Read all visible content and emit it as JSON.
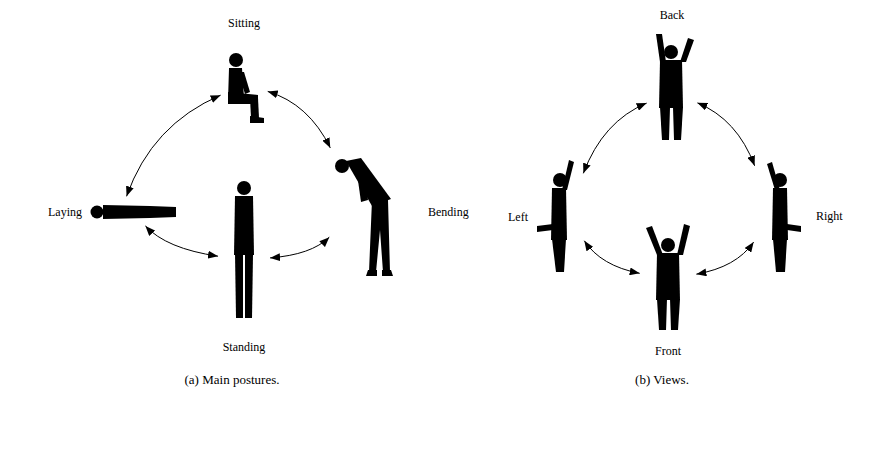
{
  "diagram": {
    "nodes": [
      {
        "text": [
          "Sitting"
        ]
      },
      {
        "text": [
          "Bending"
        ]
      },
      {
        "text": [
          "Standing"
        ]
      },
      {
        "text": [
          "Laying"
        ]
      },
      {
        "text": [
          "Back"
        ]
      },
      {
        "text": [
          "Right"
        ]
      },
      {
        "text": [
          "Front"
        ]
      },
      {
        "text": [
          "Left"
        ]
      }
    ],
    "edges": [
      {
        "from": 0,
        "to": 1,
        "arrow": "both"
      },
      {
        "from": 1,
        "to": 2,
        "arrow": "both"
      },
      {
        "from": 2,
        "to": 3,
        "arrow": "both"
      },
      {
        "from": 3,
        "to": 0,
        "arrow": "both"
      },
      {
        "from": 4,
        "to": 5,
        "arrow": "both"
      },
      {
        "from": 5,
        "to": 6,
        "arrow": "both"
      },
      {
        "from": 6,
        "to": 7,
        "arrow": "both"
      },
      {
        "from": 7,
        "to": 4,
        "arrow": "both"
      }
    ],
    "labels": [
      "(a) Main postures.",
      "(b) Views."
    ]
  }
}
